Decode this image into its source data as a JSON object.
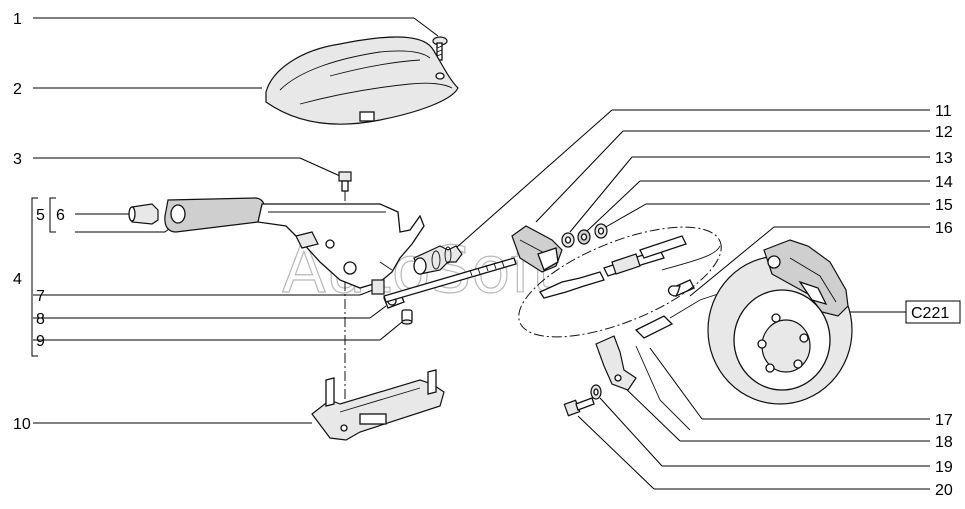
{
  "labels": {
    "l1": "1",
    "l2": "2",
    "l3": "3",
    "l4": "4",
    "l5": "5",
    "l6": "6",
    "l7": "7",
    "l8": "8",
    "l9": "9",
    "l10": "10",
    "l11": "11",
    "l12": "12",
    "l13": "13",
    "l14": "14",
    "l15": "15",
    "l16": "16",
    "l17": "17",
    "l18": "18",
    "l19": "19",
    "l20": "20",
    "c221": "C221"
  },
  "watermark": "AutoSoft"
}
